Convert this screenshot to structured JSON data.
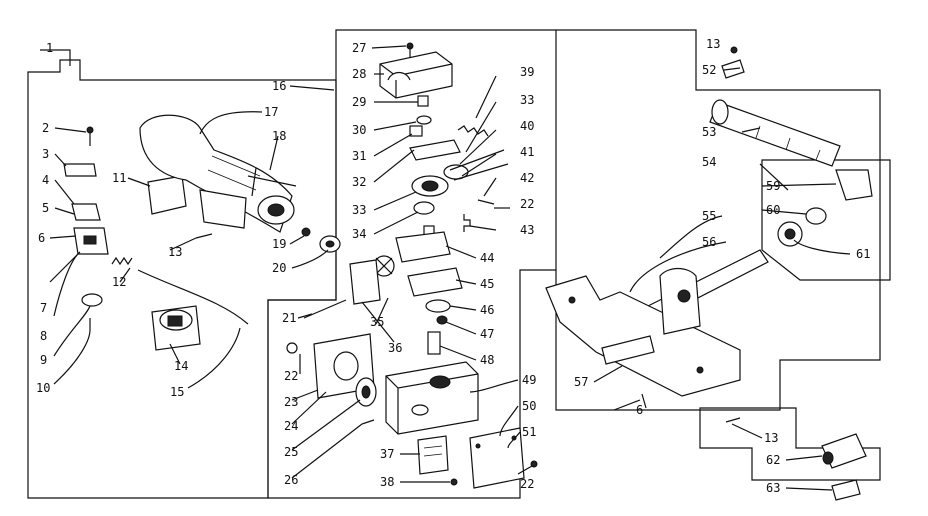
{
  "callouts": [
    "2",
    "3",
    "4",
    "5",
    "6",
    "6",
    "7",
    "8",
    "9",
    "10",
    "11",
    "12",
    "13",
    "14",
    "15",
    "16",
    "17",
    "18",
    "19",
    "20",
    "21",
    "22",
    "22",
    "22",
    "23",
    "24",
    "25",
    "26",
    "27",
    "28",
    "29",
    "30",
    "31",
    "32",
    "33",
    "33",
    "34",
    "35",
    "36",
    "37",
    "38",
    "39",
    "40",
    "41",
    "42",
    "43",
    "44",
    "45",
    "46",
    "47",
    "48",
    "49",
    "50",
    "51",
    "52",
    "53",
    "54",
    "55",
    "56",
    "57",
    "59",
    "60",
    "61",
    "62",
    "63",
    "13",
    "13",
    "1"
  ]
}
